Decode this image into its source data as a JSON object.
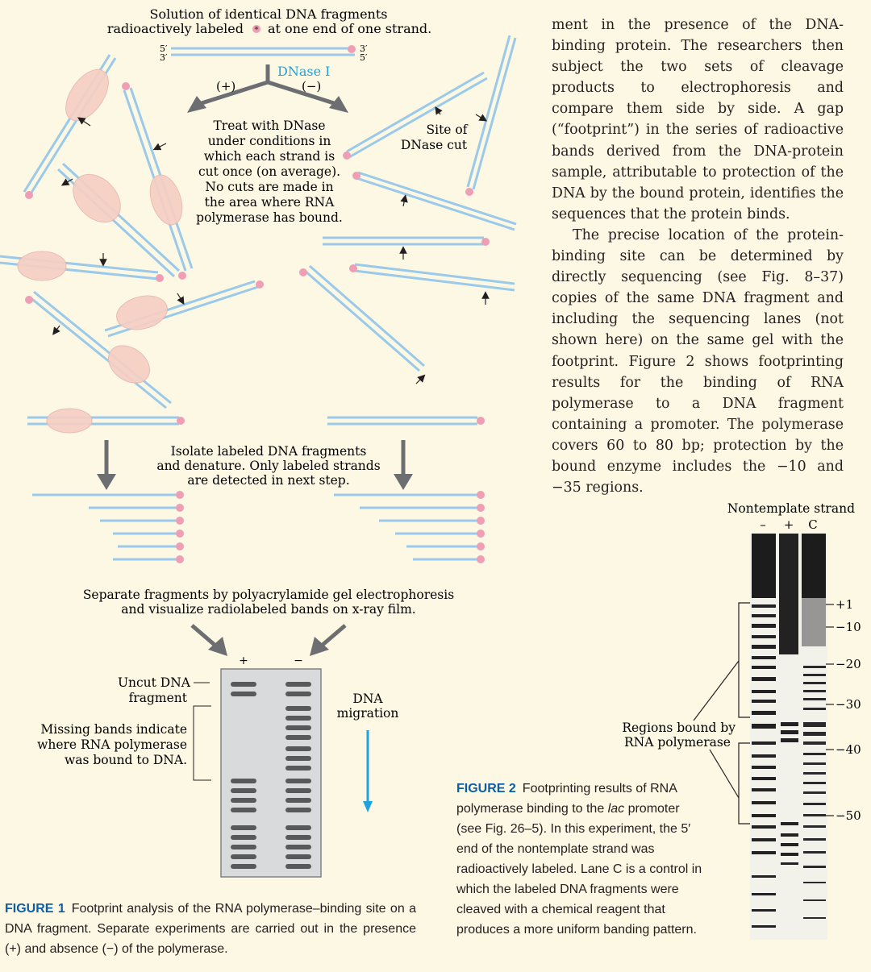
{
  "figure1": {
    "top_text": [
      "Solution of identical DNA fragments",
      "radioactively labeled",
      "at one end of one strand."
    ],
    "end_labels": {
      "top_left_5": "5′",
      "top_left_3": "3′",
      "top_right_3": "3′",
      "top_right_5": "5′"
    },
    "enzyme_label": "DNase I",
    "plus_label": "(+)",
    "minus_label": "(−)",
    "treat_text": [
      "Treat with DNase",
      "under conditions in",
      "which each strand is",
      "cut once (on average).",
      "No cuts are made in",
      "the area where RNA",
      "polymerase has bound."
    ],
    "site_text": [
      "Site of",
      "DNase cut"
    ],
    "isolate_text": [
      "Isolate labeled DNA fragments",
      "and denature.  Only labeled strands",
      "are detected in next step."
    ],
    "separate_text": [
      "Separate fragments by polyacrylamide gel electrophoresis",
      "and visualize radiolabeled bands on x-ray film."
    ],
    "gel_plus": "+",
    "gel_minus": "−",
    "uncut_text": [
      "Uncut DNA",
      "fragment"
    ],
    "missing_text": [
      "Missing bands indicate",
      "where RNA polymerase",
      "was bound to DNA."
    ],
    "migration_text": [
      "DNA",
      "migration"
    ],
    "label_star": "*"
  },
  "figure2": {
    "header": "Nontemplate strand",
    "lanes": [
      "–",
      "+",
      "C"
    ],
    "ticks": [
      "+1",
      "−10",
      "−20",
      "−30",
      "−40",
      "−50"
    ],
    "regions_text": [
      "Regions bound by",
      "RNA polymerase"
    ]
  },
  "body_text": {
    "p1_lines": "ment in the presence of the DNA-binding protein. The researchers then subject the two sets of cleavage products to electrophoresis and compare them side by side. A gap (“footprint”) in the series of radioactive bands derived from the DNA-protein sample, attributable to protection of the DNA by the bound protein, identifies the sequences that the protein binds.",
    "p2": "The precise location of the protein-binding site can be determined by directly sequencing (see Fig. 8–37) copies of the same DNA fragment and including the sequencing lanes (not shown here) on the same gel with the footprint. Figure 2 shows footprinting results for the binding of RNA polymerase to a DNA fragment containing a promoter. The polymerase covers 60 to 80 bp; protection by the bound enzyme includes the −10 and −35 regions."
  },
  "captions": {
    "fig1_label": "FIGURE 1",
    "fig1_text": "Footprint analysis of the RNA polymerase–binding site on a DNA fragment. Separate experiments are carried out in the presence (+) and absence (−) of the polymerase.",
    "fig2_label": "FIGURE 2",
    "fig2_text_a": "Footprinting results of RNA polymerase binding to the ",
    "fig2_text_italic": "lac",
    "fig2_text_b": " promoter (see Fig. 26–5). In this experiment, the 5′ end of the nontemplate strand was radioactively labeled. Lane C is a control in which the labeled DNA fragments were cleaved with a chemical reagent that produces a more uniform banding pattern."
  },
  "colors": {
    "dna_blue": "#9ac9ea",
    "protein_pink": "#f6cfc4",
    "label_pink": "#ef9fb5",
    "arrow_gray": "#6d6e71",
    "migration_blue": "#1ea3df",
    "gel_gray": "#d9dadb",
    "band_dark": "#58595b",
    "caption_blue": "#0b5ea8",
    "background": "#fdf8e3"
  }
}
